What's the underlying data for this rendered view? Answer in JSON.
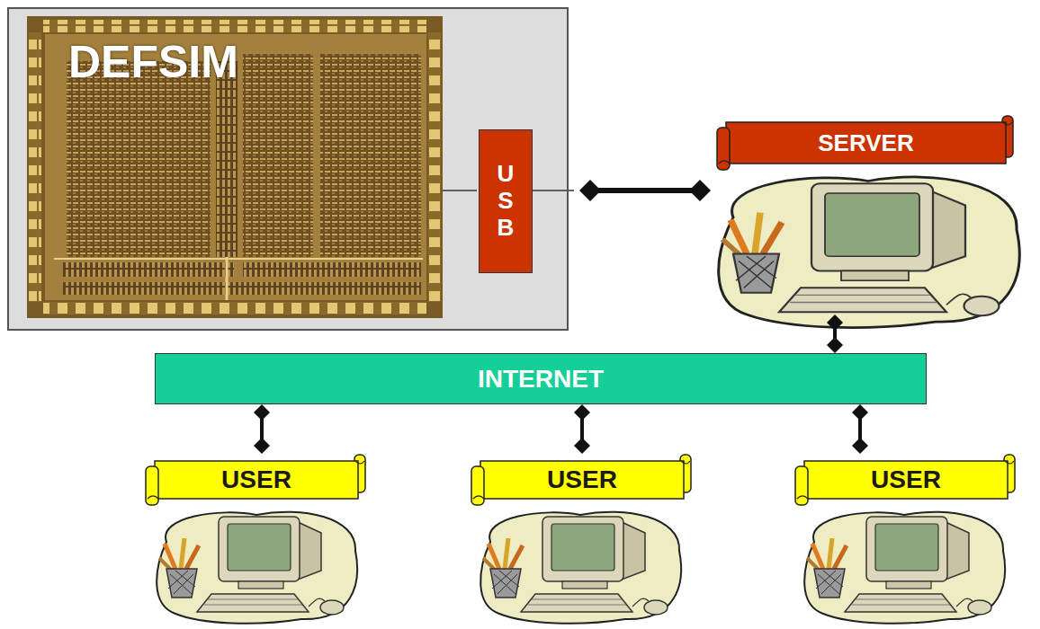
{
  "diagram": {
    "nodes": [
      {
        "text": [
          "DEFSIM"
        ]
      },
      {
        "text": [
          "USB"
        ],
        "in": 0
      },
      {
        "text": [
          "SERVER"
        ]
      },
      {
        "text": [
          "INTERNET"
        ]
      },
      {
        "text": [
          "USER"
        ]
      },
      {
        "text": [
          "USER"
        ]
      },
      {
        "text": [
          "USER"
        ]
      }
    ],
    "edges": [
      {
        "from": 1,
        "to": 2,
        "arrow": "both"
      },
      {
        "from": 2,
        "to": 3,
        "arrow": "both"
      },
      {
        "from": 3,
        "to": 4,
        "arrow": "both"
      },
      {
        "from": 3,
        "to": 5,
        "arrow": "both"
      },
      {
        "from": 3,
        "to": 6,
        "arrow": "both"
      }
    ]
  }
}
